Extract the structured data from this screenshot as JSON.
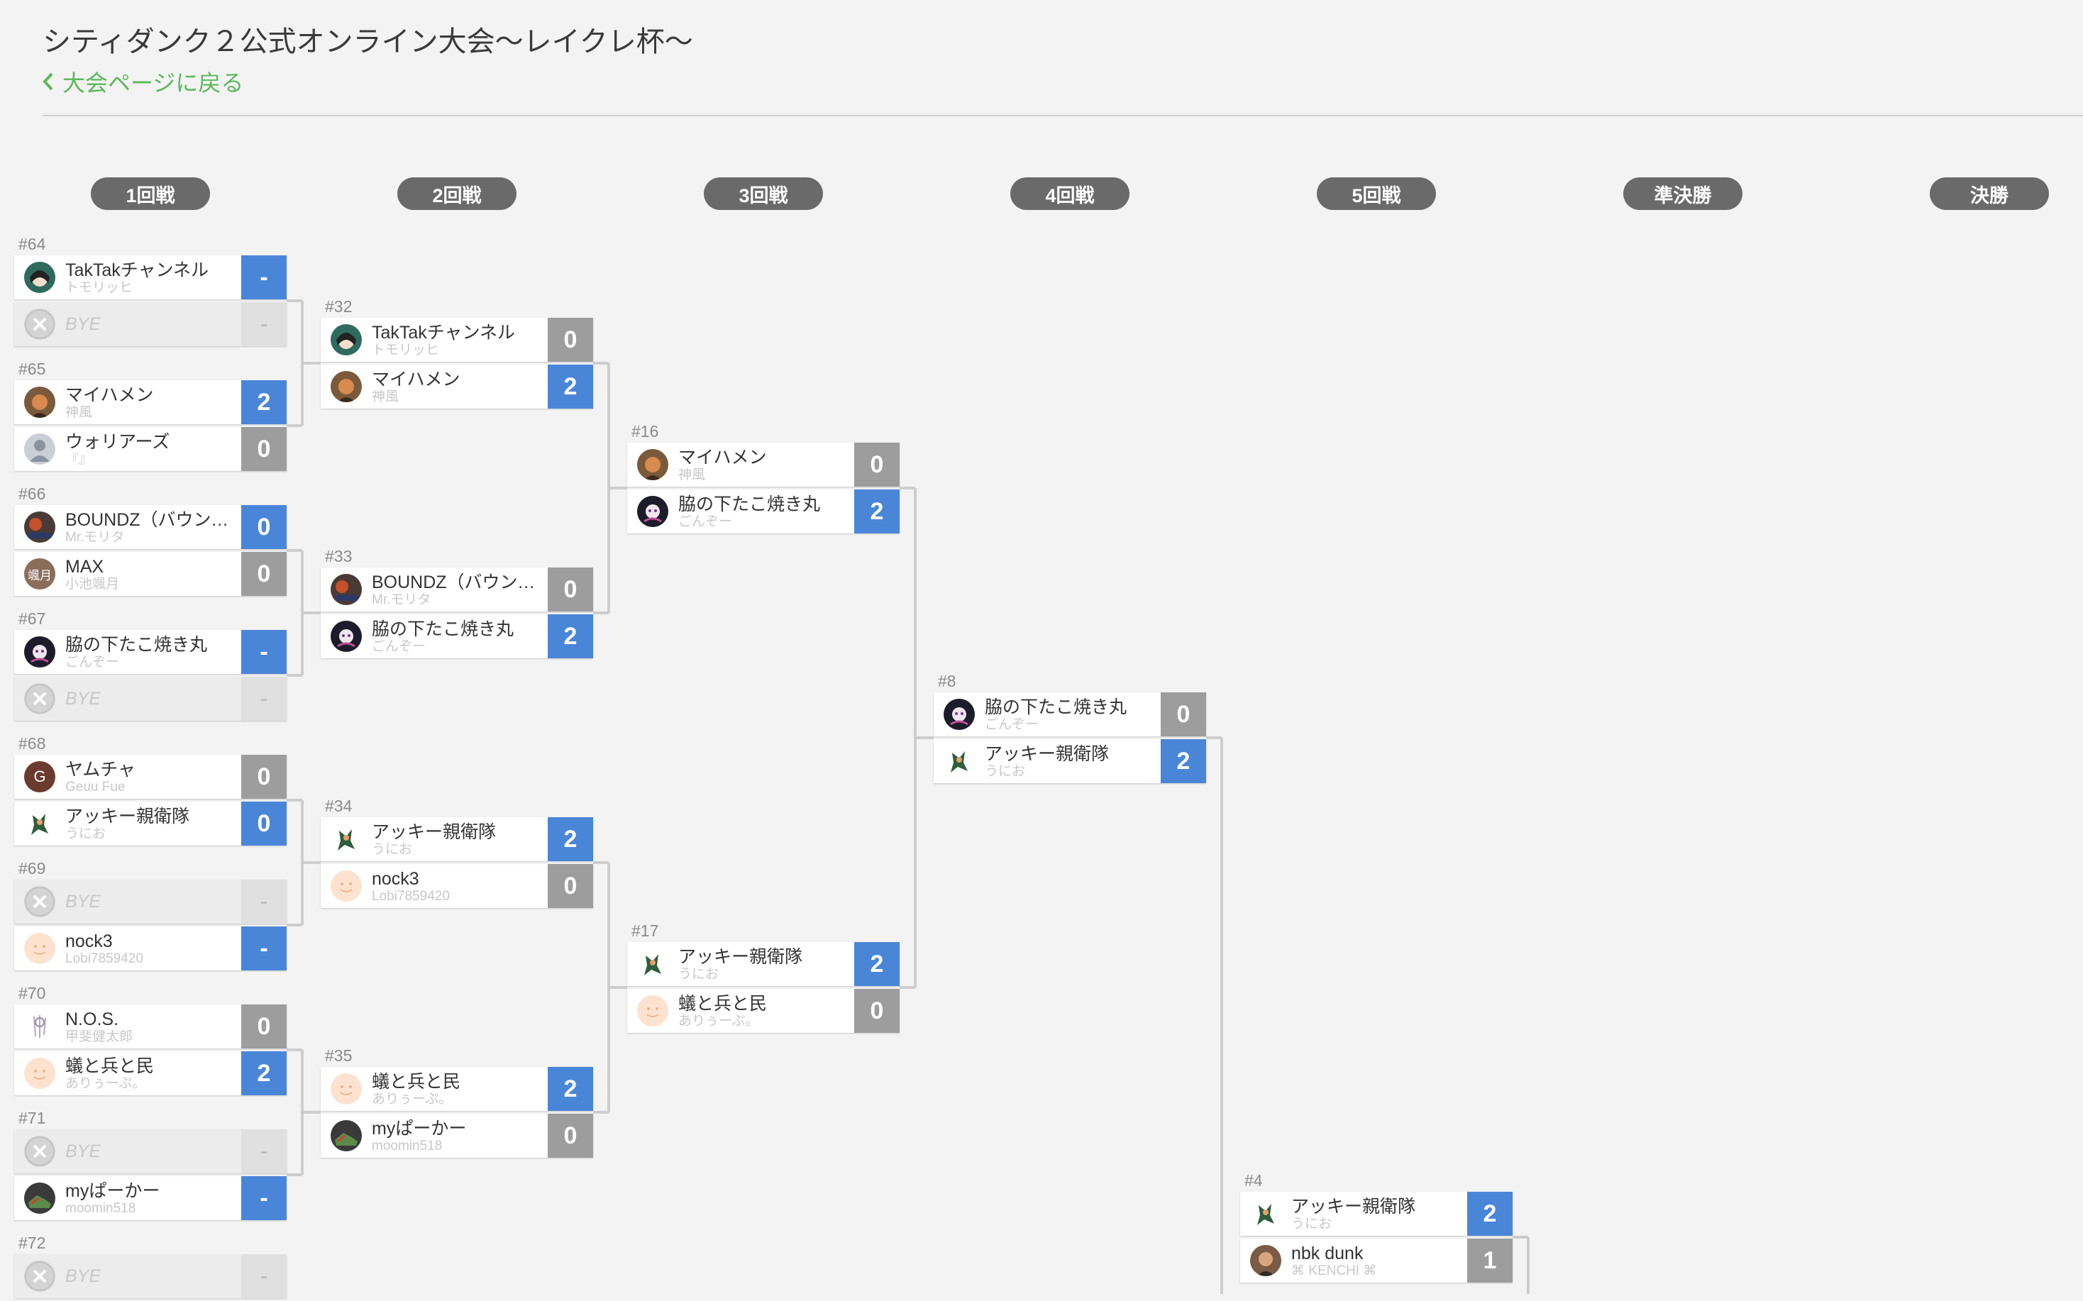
{
  "header": {
    "title": "シティダンク２公式オンライン大会〜レイクレ杯〜",
    "back_label": "大会ページに戻る"
  },
  "rounds": [
    "1回戦",
    "2回戦",
    "3回戦",
    "4回戦",
    "5回戦",
    "準決勝",
    "決勝"
  ],
  "colors": {
    "accent_green": "#5cb85c",
    "score_blue": "#4a86d8",
    "score_gray": "#9d9d9d",
    "round_pill": "#6a6a6a"
  },
  "matches": [
    {
      "no": "#64",
      "round": 0,
      "players": [
        {
          "name": "TakTakチャンネル",
          "team": "トモリッヒ",
          "score": "-",
          "state": "pending",
          "avatar": "anime-girl",
          "bye": false
        },
        {
          "name": "BYE",
          "team": "",
          "score": "-",
          "state": "bye",
          "avatar": "bye",
          "bye": true
        }
      ]
    },
    {
      "no": "#65",
      "round": 0,
      "players": [
        {
          "name": "マイハメン",
          "team": "神風",
          "score": "2",
          "state": "win",
          "avatar": "anime-brown",
          "bye": false
        },
        {
          "name": "ウォリアーズ",
          "team": "『』",
          "score": "0",
          "state": "lose",
          "avatar": "default-user",
          "bye": false
        }
      ]
    },
    {
      "no": "#66",
      "round": 0,
      "players": [
        {
          "name": "BOUNDZ（バウンズ）",
          "team": "Mr.モリタ",
          "score": "0",
          "state": "win",
          "avatar": "photo-red",
          "bye": false
        },
        {
          "name": "MAX",
          "team": "小池颯月",
          "score": "0",
          "state": "lose",
          "avatar": "kanji-badge",
          "badge": "颯月",
          "bye": false
        }
      ]
    },
    {
      "no": "#67",
      "round": 0,
      "players": [
        {
          "name": "脇の下たこ焼き丸",
          "team": "ごんぞー",
          "score": "-",
          "state": "pending",
          "avatar": "anime-dark",
          "bye": false
        },
        {
          "name": "BYE",
          "team": "",
          "score": "-",
          "state": "bye",
          "avatar": "bye",
          "bye": true
        }
      ]
    },
    {
      "no": "#68",
      "round": 0,
      "players": [
        {
          "name": "ヤムチャ",
          "team": "Geuu Fue",
          "score": "0",
          "state": "lose",
          "avatar": "letter-g",
          "badge": "G",
          "bye": false
        },
        {
          "name": "アッキー親衛隊",
          "team": "うにお",
          "score": "0",
          "state": "win",
          "avatar": "green-figure",
          "bye": false
        }
      ]
    },
    {
      "no": "#69",
      "round": 0,
      "players": [
        {
          "name": "BYE",
          "team": "",
          "score": "-",
          "state": "bye",
          "avatar": "bye",
          "bye": true
        },
        {
          "name": "nock3",
          "team": "Lobi7859420",
          "score": "-",
          "state": "pending",
          "avatar": "smile-face",
          "bye": false
        }
      ]
    },
    {
      "no": "#70",
      "round": 0,
      "players": [
        {
          "name": "N.O.S.",
          "team": "甲斐健太郎",
          "score": "0",
          "state": "lose",
          "avatar": "sketch",
          "bye": false
        },
        {
          "name": "蟻と兵と民",
          "team": "ありぅーぷ。",
          "score": "2",
          "state": "win",
          "avatar": "smile-face",
          "bye": false
        }
      ]
    },
    {
      "no": "#71",
      "round": 0,
      "players": [
        {
          "name": "BYE",
          "team": "",
          "score": "-",
          "state": "bye",
          "avatar": "bye",
          "bye": true
        },
        {
          "name": "myぱーかー",
          "team": "moomin518",
          "score": "-",
          "state": "pending",
          "avatar": "shoes",
          "bye": false
        }
      ]
    },
    {
      "no": "#72",
      "round": 0,
      "players": [
        {
          "name": "BYE",
          "team": "",
          "score": "-",
          "state": "bye",
          "avatar": "bye",
          "bye": true
        },
        {
          "name": "",
          "team": "",
          "score": "",
          "state": "bye",
          "avatar": "bye",
          "bye": true
        }
      ]
    },
    {
      "no": "#32",
      "round": 1,
      "players": [
        {
          "name": "TakTakチャンネル",
          "team": "トモリッヒ",
          "score": "0",
          "state": "lose",
          "avatar": "anime-girl",
          "bye": false
        },
        {
          "name": "マイハメン",
          "team": "神風",
          "score": "2",
          "state": "win",
          "avatar": "anime-brown",
          "bye": false
        }
      ]
    },
    {
      "no": "#33",
      "round": 1,
      "players": [
        {
          "name": "BOUNDZ（バウンズ）",
          "team": "Mr.モリタ",
          "score": "0",
          "state": "lose",
          "avatar": "photo-red",
          "bye": false
        },
        {
          "name": "脇の下たこ焼き丸",
          "team": "ごんぞー",
          "score": "2",
          "state": "win",
          "avatar": "anime-dark",
          "bye": false
        }
      ]
    },
    {
      "no": "#34",
      "round": 1,
      "players": [
        {
          "name": "アッキー親衛隊",
          "team": "うにお",
          "score": "2",
          "state": "win",
          "avatar": "green-figure",
          "bye": false
        },
        {
          "name": "nock3",
          "team": "Lobi7859420",
          "score": "0",
          "state": "lose",
          "avatar": "smile-face",
          "bye": false
        }
      ]
    },
    {
      "no": "#35",
      "round": 1,
      "players": [
        {
          "name": "蟻と兵と民",
          "team": "ありぅーぷ。",
          "score": "2",
          "state": "win",
          "avatar": "smile-face",
          "bye": false
        },
        {
          "name": "myぱーかー",
          "team": "moomin518",
          "score": "0",
          "state": "lose",
          "avatar": "shoes",
          "bye": false
        }
      ]
    },
    {
      "no": "#16",
      "round": 2,
      "players": [
        {
          "name": "マイハメン",
          "team": "神風",
          "score": "0",
          "state": "lose",
          "avatar": "anime-brown",
          "bye": false
        },
        {
          "name": "脇の下たこ焼き丸",
          "team": "ごんぞー",
          "score": "2",
          "state": "win",
          "avatar": "anime-dark",
          "bye": false
        }
      ]
    },
    {
      "no": "#17",
      "round": 2,
      "players": [
        {
          "name": "アッキー親衛隊",
          "team": "うにお",
          "score": "2",
          "state": "win",
          "avatar": "green-figure",
          "bye": false
        },
        {
          "name": "蟻と兵と民",
          "team": "ありぅーぷ。",
          "score": "0",
          "state": "lose",
          "avatar": "smile-face",
          "bye": false
        }
      ]
    },
    {
      "no": "#8",
      "round": 3,
      "players": [
        {
          "name": "脇の下たこ焼き丸",
          "team": "ごんぞー",
          "score": "0",
          "state": "lose",
          "avatar": "anime-dark",
          "bye": false
        },
        {
          "name": "アッキー親衛隊",
          "team": "うにお",
          "score": "2",
          "state": "win",
          "avatar": "green-figure",
          "bye": false
        }
      ]
    },
    {
      "no": "#4",
      "round": 4,
      "players": [
        {
          "name": "アッキー親衛隊",
          "team": "うにお",
          "score": "2",
          "state": "win",
          "avatar": "green-figure",
          "bye": false
        },
        {
          "name": "nbk dunk",
          "team": "⌘ KENCHI ⌘",
          "score": "1",
          "state": "lose",
          "avatar": "photo-face",
          "bye": false
        }
      ]
    }
  ]
}
